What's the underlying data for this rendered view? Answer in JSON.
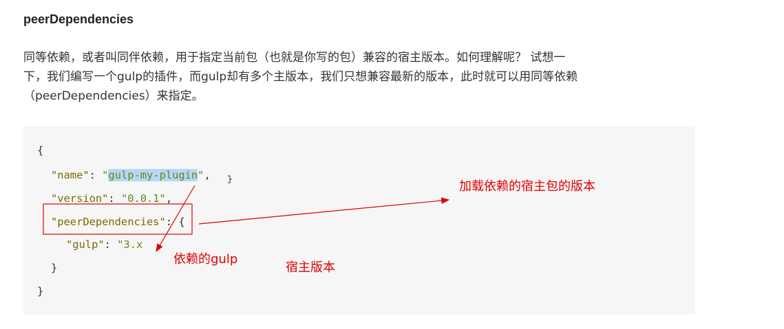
{
  "heading": "peerDependencies",
  "paragraph": {
    "line1": "同等依赖，或者叫同伴依赖，用于指定当前包（也就是你写的包）兼容的宿主版本。如何理解呢？ 试想一",
    "line2": "下，我们编写一个gulp的插件，而gulp却有多个主版本，我们只想兼容最新的版本，此时就可以用同等依赖",
    "line3": "（peerDependencies）来指定。"
  },
  "code": {
    "open_brace": "{",
    "name_key": "\"name\"",
    "name_value_open": "\"",
    "name_value_selected": "gulp-my-plugin",
    "name_value_close": "\"",
    "version_key": "\"version\"",
    "version_value": "\"0.0.1\"",
    "peer_key": "\"peerDependencies\"",
    "gulp_key": "\"gulp\"",
    "gulp_value": "\"3.x",
    "inner_close": "}",
    "close_brace": "}",
    "colon": ": ",
    "comma": ",",
    "obj_open": "{"
  },
  "annotations": {
    "host_package_version": "加载依赖的宿主包的版本",
    "dependent_gulp": "依赖的gulp",
    "host_version": "宿主版本"
  },
  "colors": {
    "annotation": "#e00000",
    "code_background": "#f6f6f6",
    "selection": "#b8d7f5",
    "string": "#5a8a1a"
  }
}
